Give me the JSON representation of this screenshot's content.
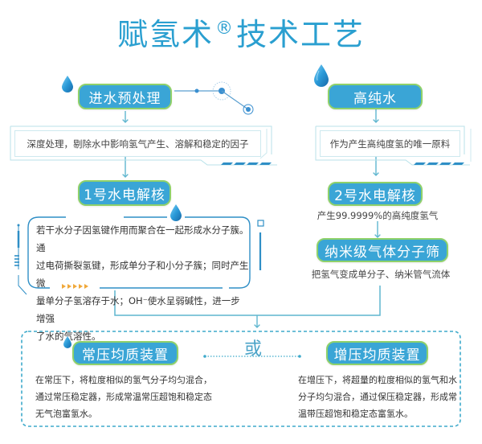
{
  "title": {
    "main": "赋氢术",
    "registered_mark": "®",
    "suffix": "技术工艺"
  },
  "left_branch": {
    "step1": {
      "label": "进水预处理",
      "icon": "water-drop-icon",
      "description": "深度处理，剔除水中影响氢气产生、溶解和稳定的因子"
    },
    "step2": {
      "label": "1号水电解核",
      "icon": "water-drop-icon",
      "description_lines": [
        "若干水分子因氢键作用而聚合在一起形成水分子簇。通",
        "过电荷撕裂氢键，形成单分子和小分子簇；同时产生微",
        "量单分子氢溶存于水；OH⁻使水呈弱碱性，进一步增强",
        "了水的气溶性。"
      ],
      "decoration": "▶▶▶▶▶"
    }
  },
  "right_branch": {
    "step1": {
      "label": "高纯水",
      "icon": "water-drop-icon",
      "description": "作为产生高纯度氢的唯一原料"
    },
    "step2": {
      "label": "2号水电解核",
      "caption": "产生99.9999%的高纯度氢气"
    },
    "step3": {
      "label": "纳米级气体分子筛",
      "caption": "把氢气变成单分子、纳米管气流体"
    }
  },
  "final_stage": {
    "separator": "或",
    "options": [
      {
        "label": "常压均质装置",
        "icon": "water-drop-icon",
        "description_lines": [
          "在常压下，将粒度相似的氢气分子均匀混合，",
          "通过常压稳定器，形成常温常压超饱和稳定态",
          "无气泡富氢水。"
        ]
      },
      {
        "label": "增压均质装置",
        "description_lines": [
          "在增压下，将超量的粒度相似的氢气和水",
          "分子均匀混合，通过保压稳定器，形成常",
          "温带压超饱和稳定态富氢水。"
        ]
      }
    ]
  },
  "colors": {
    "title": "#2a9fd0",
    "pill_fill": "#3aa5d6",
    "pill_border": "#8fd16a",
    "connector": "#5fb6cf",
    "frame_light": "#b8e2ea",
    "dashed_border": "#3eaacb",
    "stripe": "#2f8fc6",
    "arrow_decor": "#f0a83a",
    "text": "#444444"
  }
}
